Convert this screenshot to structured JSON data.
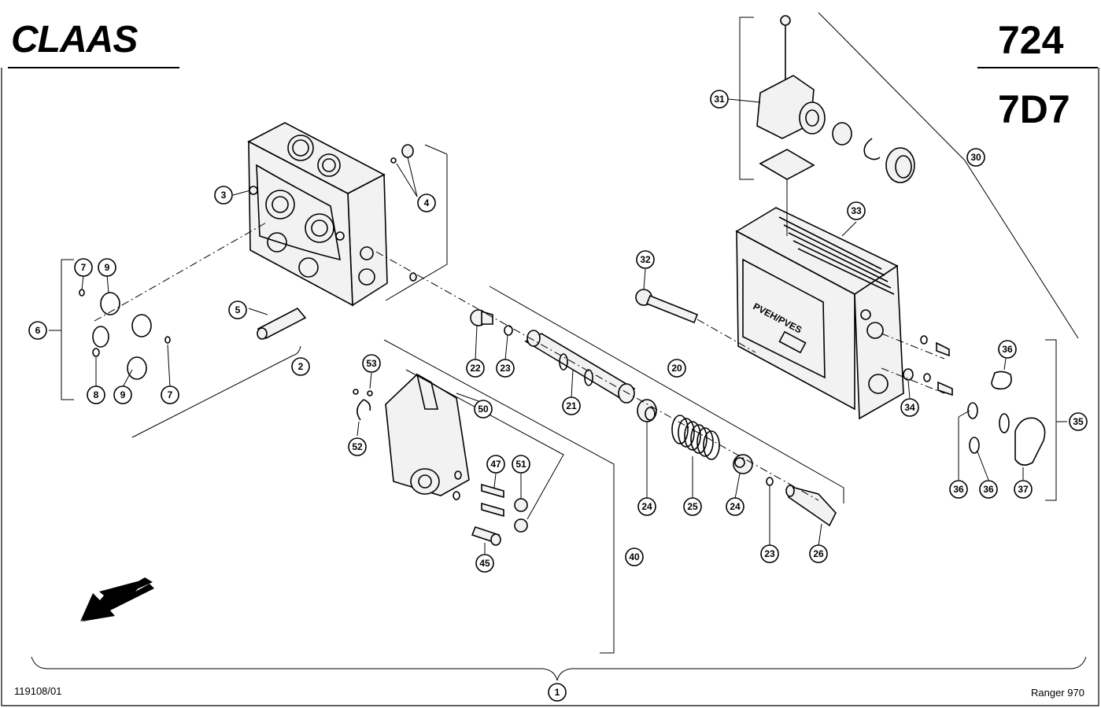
{
  "header": {
    "brand": "CLAAS",
    "page_number": "724",
    "group_code": "7D7"
  },
  "footer": {
    "drawing_id": "119108/01",
    "model": "Ranger 970"
  },
  "callouts": [
    {
      "id": "c1",
      "label": "1"
    },
    {
      "id": "c2",
      "label": "2"
    },
    {
      "id": "c3",
      "label": "3"
    },
    {
      "id": "c4",
      "label": "4"
    },
    {
      "id": "c5",
      "label": "5"
    },
    {
      "id": "c6",
      "label": "6"
    },
    {
      "id": "c7a",
      "label": "7"
    },
    {
      "id": "c7b",
      "label": "7"
    },
    {
      "id": "c8",
      "label": "8"
    },
    {
      "id": "c9a",
      "label": "9"
    },
    {
      "id": "c9b",
      "label": "9"
    },
    {
      "id": "c20",
      "label": "20"
    },
    {
      "id": "c21",
      "label": "21"
    },
    {
      "id": "c22",
      "label": "22"
    },
    {
      "id": "c23a",
      "label": "23"
    },
    {
      "id": "c23b",
      "label": "23"
    },
    {
      "id": "c24a",
      "label": "24"
    },
    {
      "id": "c24b",
      "label": "24"
    },
    {
      "id": "c25",
      "label": "25"
    },
    {
      "id": "c26",
      "label": "26"
    },
    {
      "id": "c30",
      "label": "30"
    },
    {
      "id": "c31",
      "label": "31"
    },
    {
      "id": "c32",
      "label": "32"
    },
    {
      "id": "c33",
      "label": "33"
    },
    {
      "id": "c34",
      "label": "34"
    },
    {
      "id": "c35",
      "label": "35"
    },
    {
      "id": "c36a",
      "label": "36"
    },
    {
      "id": "c36b",
      "label": "36"
    },
    {
      "id": "c36c",
      "label": "36"
    },
    {
      "id": "c37",
      "label": "37"
    },
    {
      "id": "c40",
      "label": "40"
    },
    {
      "id": "c45",
      "label": "45"
    },
    {
      "id": "c47",
      "label": "47"
    },
    {
      "id": "c50",
      "label": "50"
    },
    {
      "id": "c51",
      "label": "51"
    },
    {
      "id": "c52",
      "label": "52"
    },
    {
      "id": "c53",
      "label": "53"
    }
  ],
  "module_labels": {
    "line1": "PVEH/PVES"
  }
}
